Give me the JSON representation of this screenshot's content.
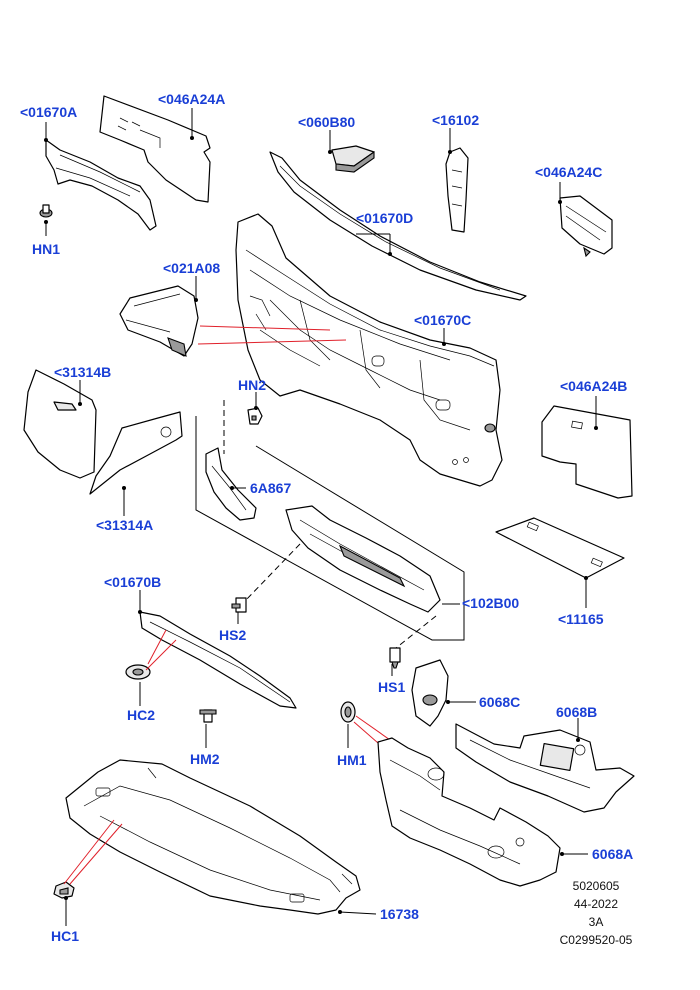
{
  "callouts": {
    "c01670A": "<01670A",
    "c046A24A": "<046A24A",
    "c060B80": "<060B80",
    "c16102": "<16102",
    "c046A24C": "<046A24C",
    "HN1": "HN1",
    "c01670D": "<01670D",
    "c021A08": "<021A08",
    "c01670C": "<01670C",
    "c31314B": "<31314B",
    "HN2": "HN2",
    "c046A24B": "<046A24B",
    "p6A867": "6A867",
    "c31314A": "<31314A",
    "c01670B": "<01670B",
    "c102B00": "<102B00",
    "c11165": "<11165",
    "HS2": "HS2",
    "HS1": "HS1",
    "p6068C": "6068C",
    "HC2": "HC2",
    "p6068B": "6068B",
    "HM2": "HM2",
    "HM1": "HM1",
    "p6068A": "6068A",
    "p16738": "16738",
    "HC1": "HC1"
  },
  "footer": {
    "code1": "5020605",
    "code2": "44-2022",
    "code3": "3A",
    "code4": "C0299520-05"
  },
  "colors": {
    "callout": "#1a3fd6",
    "reference_line": "#e0202a",
    "outline": "#000000"
  }
}
